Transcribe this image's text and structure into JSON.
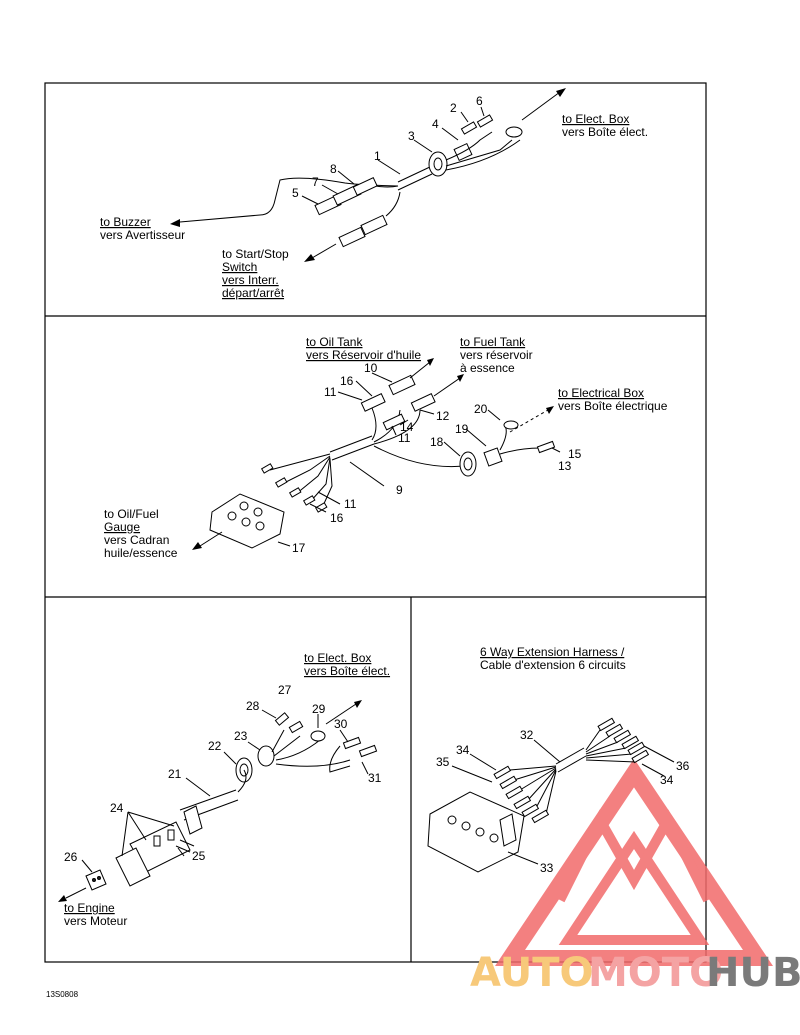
{
  "figure_code": "13S0808",
  "panel_top": {
    "labels": {
      "elect_box": [
        "to Elect. Box",
        "vers Boîte élect."
      ],
      "buzzer": [
        "to Buzzer",
        "vers Avertisseur"
      ],
      "start_stop": [
        "to Start/Stop",
        "Switch",
        "vers Interr.",
        "départ/arrêt"
      ]
    },
    "parts": [
      "1",
      "2",
      "3",
      "4",
      "5",
      "6",
      "7",
      "8"
    ]
  },
  "panel_middle": {
    "labels": {
      "oil_tank": [
        "to Oil Tank",
        "vers Réservoir d'huile"
      ],
      "fuel_tank": [
        "to Fuel Tank",
        "vers réservoir",
        "à essence"
      ],
      "electrical_box": [
        "to Electrical Box",
        "vers Boîte électrique"
      ],
      "gauge": [
        "to Oil/Fuel",
        "Gauge",
        "vers Cadran",
        "huile/essence"
      ]
    },
    "parts": [
      "9",
      "10",
      "11",
      "11",
      "11",
      "12",
      "13",
      "14",
      "15",
      "16",
      "16",
      "17",
      "18",
      "19",
      "20"
    ]
  },
  "panel_bottom_left": {
    "labels": {
      "elect_box": [
        "to Elect. Box",
        "vers Boîte élect."
      ],
      "engine": [
        "to Engine",
        "vers Moteur"
      ]
    },
    "parts": [
      "21",
      "22",
      "23",
      "24",
      "25",
      "26",
      "27",
      "28",
      "29",
      "30",
      "31"
    ]
  },
  "panel_bottom_right": {
    "labels": {
      "extension": [
        "6 Way Extension Harness /",
        "Cable d'extension 6 circuits"
      ]
    },
    "parts": [
      "32",
      "33",
      "34",
      "34",
      "35",
      "36"
    ]
  },
  "watermark": {
    "text_auto": "AUTO",
    "text_moto": "MOTO",
    "text_hub": "HUB",
    "colors": {
      "auto": "#f7c97a",
      "moto": "#f4a3a3",
      "hub": "#7a7a7a",
      "logo": "#f26a6a"
    }
  }
}
